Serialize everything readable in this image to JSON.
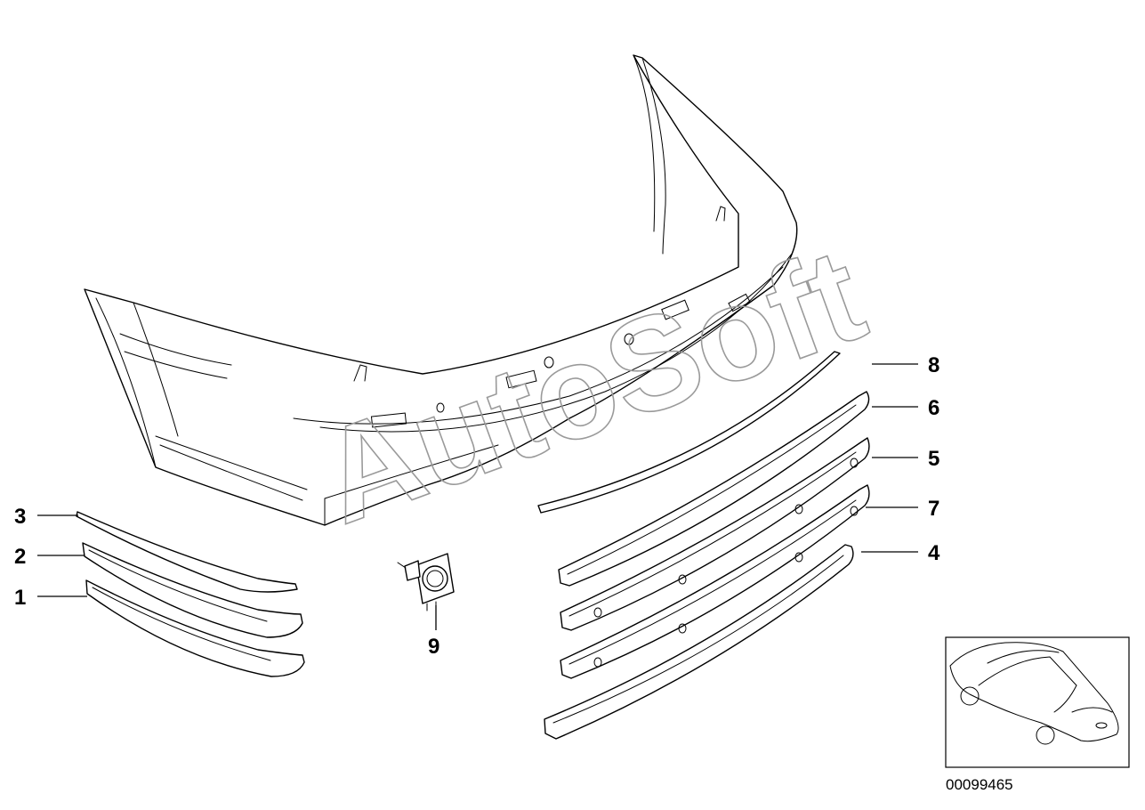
{
  "diagram": {
    "watermark": "AutoSoft",
    "image_ref": "00099465",
    "callouts": [
      {
        "id": "1",
        "label": "1"
      },
      {
        "id": "2",
        "label": "2"
      },
      {
        "id": "3",
        "label": "3"
      },
      {
        "id": "4",
        "label": "4"
      },
      {
        "id": "5",
        "label": "5"
      },
      {
        "id": "6",
        "label": "6"
      },
      {
        "id": "7",
        "label": "7"
      },
      {
        "id": "8",
        "label": "8"
      },
      {
        "id": "9",
        "label": "9"
      }
    ],
    "colors": {
      "line": "#000000",
      "watermark": "#9a9a9a",
      "background": "#ffffff"
    }
  }
}
